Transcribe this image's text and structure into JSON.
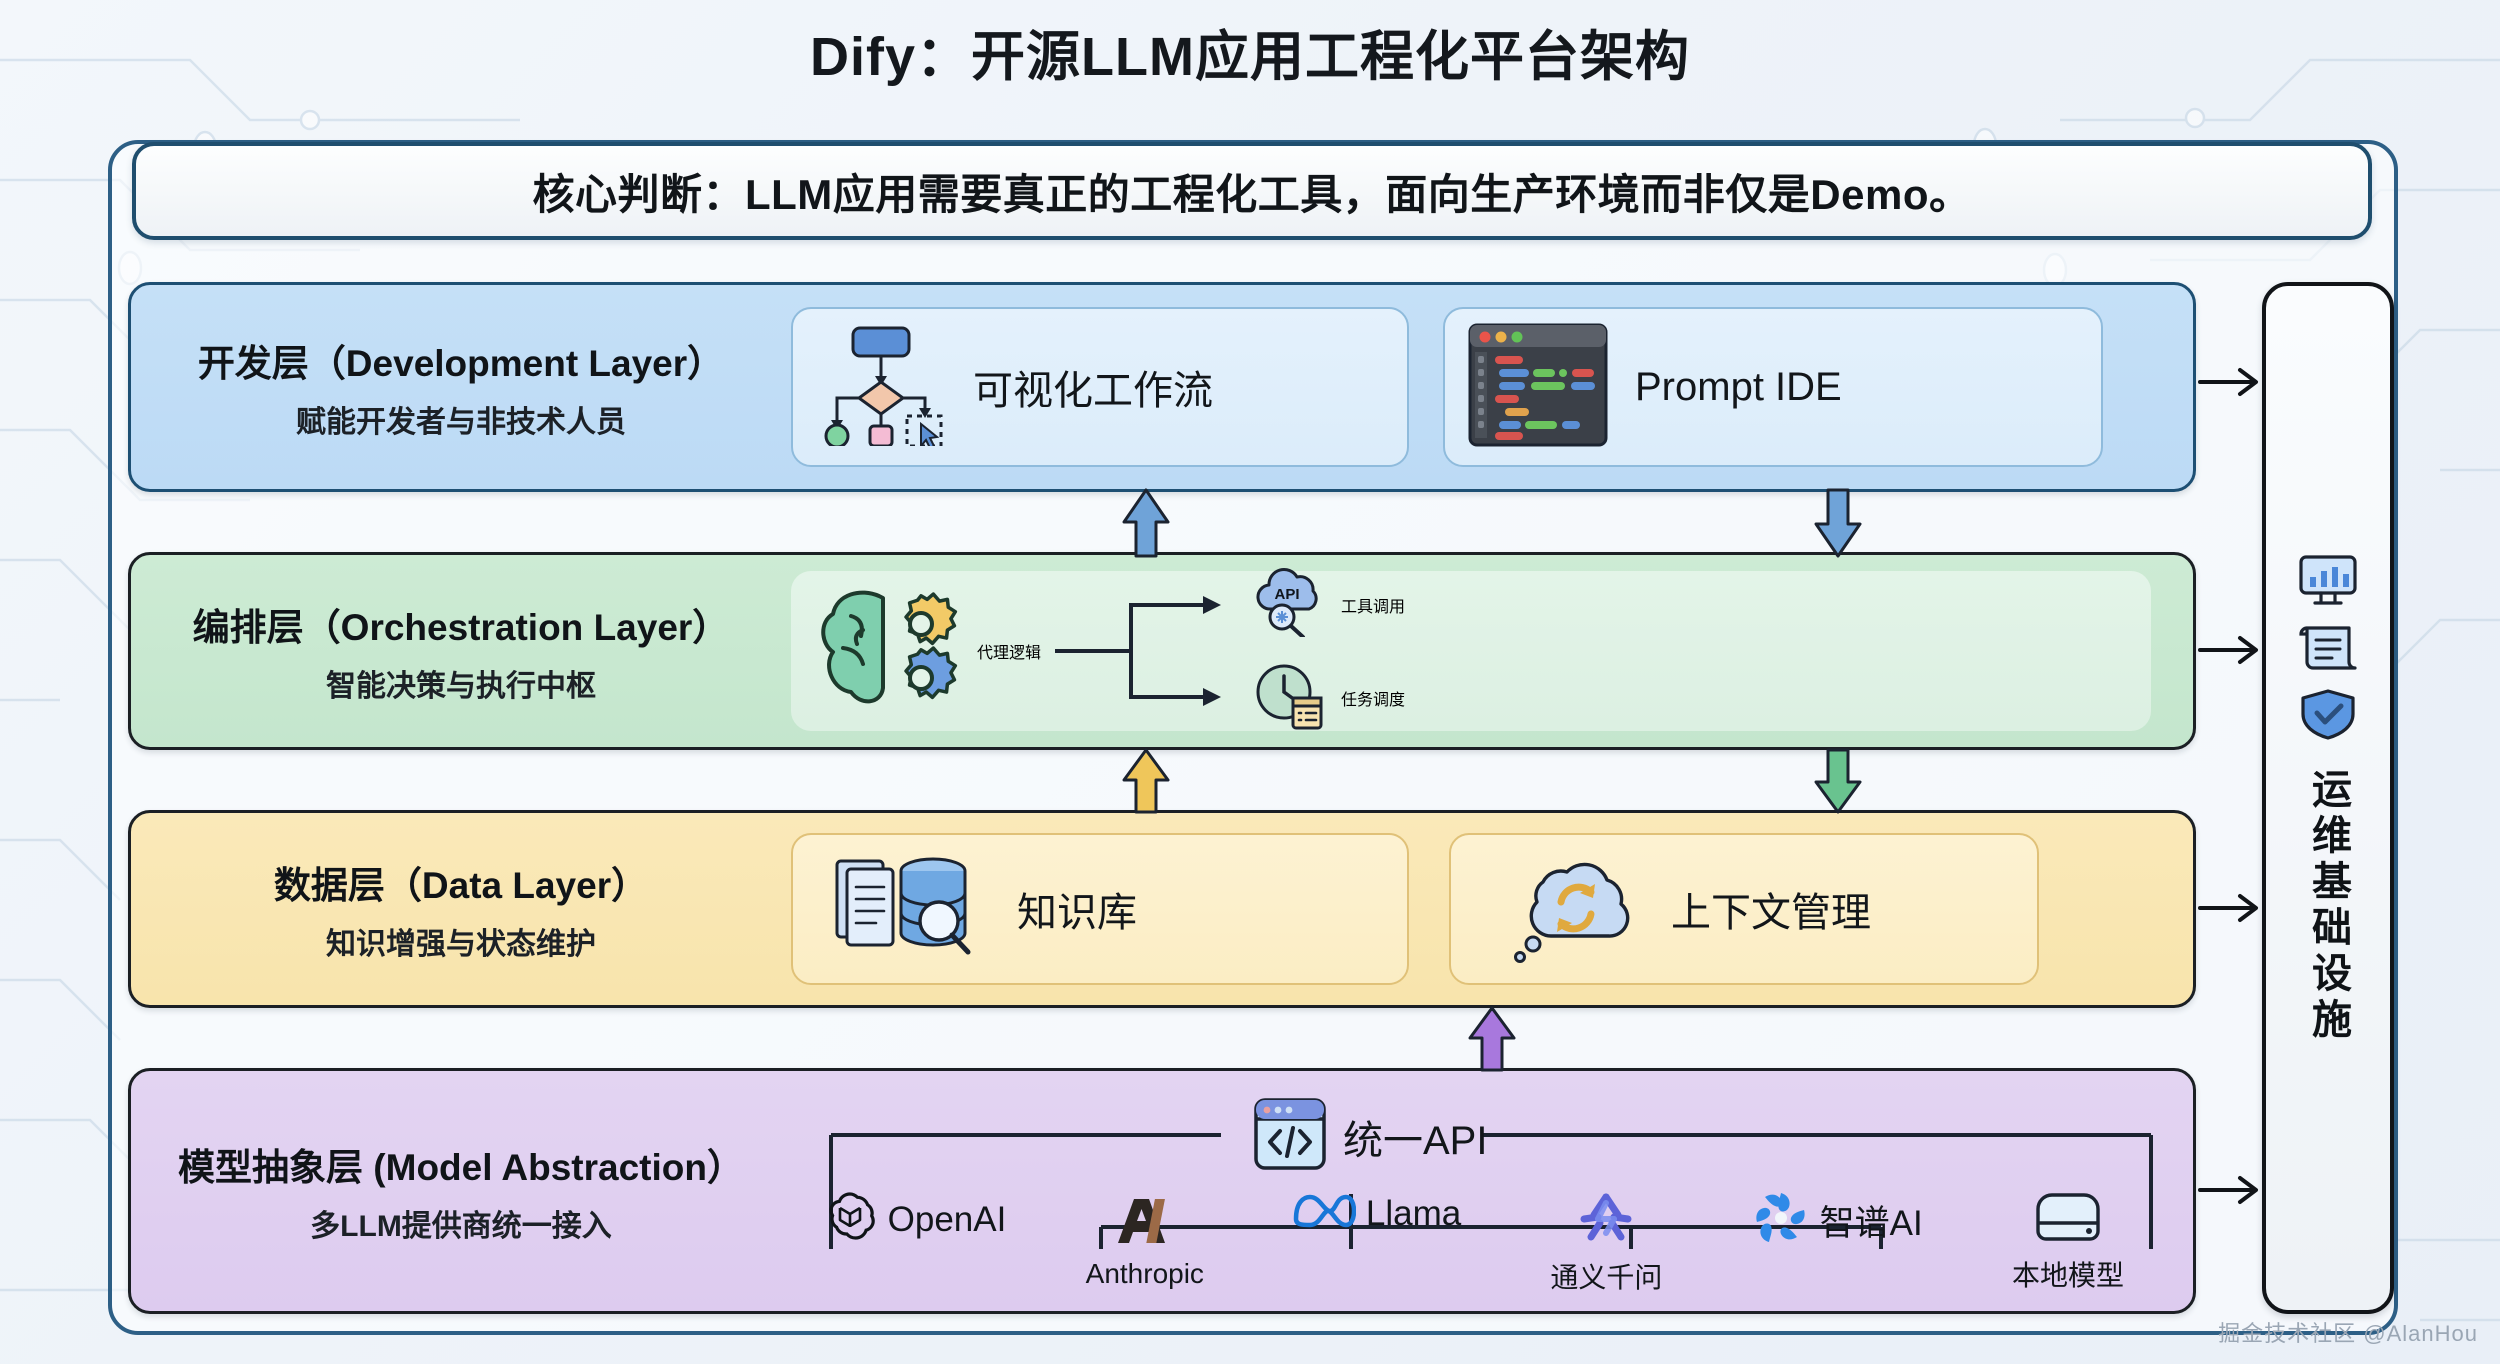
{
  "title": "Dify：开源LLM应用工程化平台架构",
  "core_banner": "核心判断：LLM应用需要真正的工程化工具，面向生产环境而非仅是Demo。",
  "watermark": "掘金技术社区 @AlanHou",
  "layers": [
    {
      "id": "development",
      "title": "开发层（Development Layer）",
      "subtitle": "赋能开发者与非技术人员",
      "color": "#c5e0f7",
      "cards": [
        {
          "label": "可视化工作流",
          "icon": "workflow-icon"
        },
        {
          "label": "Prompt IDE",
          "icon": "code-editor-icon"
        }
      ]
    },
    {
      "id": "orchestration",
      "title": "编排层（Orchestration Layer）",
      "subtitle": "智能决策与执行中枢",
      "color": "#cdebd4",
      "agent_label": "代理逻辑",
      "agent_icon": "brain-gears-icon",
      "branches": [
        {
          "label": "工具调用",
          "icon": "api-cloud-search-icon"
        },
        {
          "label": "任务调度",
          "icon": "clock-schedule-icon"
        }
      ]
    },
    {
      "id": "data",
      "title": "数据层（Data Layer）",
      "subtitle": "知识增强与状态维护",
      "color": "#fae9b9",
      "cards": [
        {
          "label": "知识库",
          "icon": "database-docs-search-icon"
        },
        {
          "label": "上下文管理",
          "icon": "cloud-sync-icon"
        }
      ]
    },
    {
      "id": "model-abstraction",
      "title": "模型抽象层 (Model Abstraction）",
      "subtitle": "多LLM提供商统一接入",
      "color": "#e3d4f2",
      "api_label": "统一API",
      "api_icon": "code-window-icon",
      "providers": [
        {
          "name": "OpenAI",
          "sub": "",
          "icon": "openai-logo"
        },
        {
          "name": "",
          "sub": "Anthropic",
          "icon": "anthropic-logo"
        },
        {
          "name": "Llama",
          "sub": "",
          "icon": "meta-llama-logo"
        },
        {
          "name": "",
          "sub": "通义千问",
          "icon": "qwen-logo"
        },
        {
          "name": "智谱AI",
          "sub": "",
          "icon": "zhipu-logo"
        },
        {
          "name": "",
          "sub": "本地模型",
          "icon": "local-server-icon"
        }
      ]
    }
  ],
  "ops_sidebar": {
    "text": "运维基础设施",
    "icons": [
      "monitoring-chart-icon",
      "log-document-icon",
      "shield-check-icon"
    ]
  },
  "arrows": {
    "dev_up": {
      "color": "#6fa3d8",
      "direction": "up"
    },
    "dev_down": {
      "color": "#6fa3d8",
      "direction": "down"
    },
    "orch_up": {
      "color": "#efc65a",
      "direction": "up"
    },
    "orch_down": {
      "color": "#69c38f",
      "direction": "down"
    },
    "model_up": {
      "color": "#a878dd",
      "direction": "up"
    }
  }
}
